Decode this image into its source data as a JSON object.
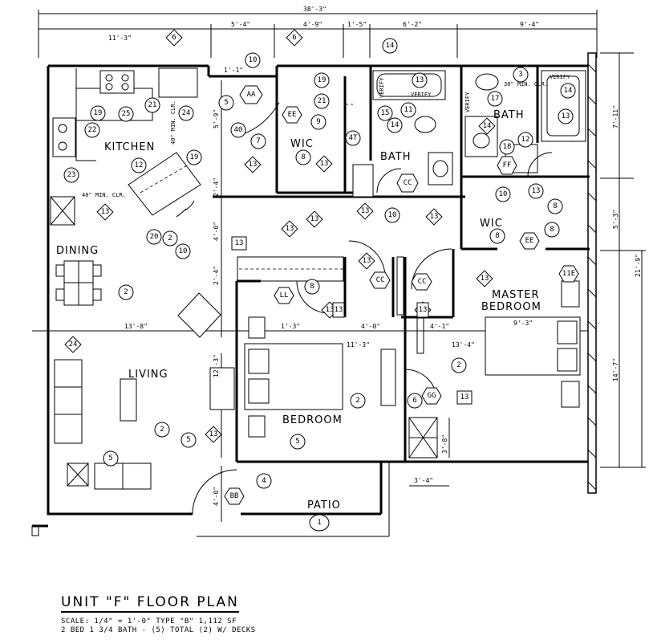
{
  "title": "UNIT \"F\" FLOOR PLAN",
  "scale_line": "SCALE: 1/4\" = 1'-0\"   TYPE \"B\"   1,112 SF",
  "summary_line": "2 BED 1 3/4 BATH - (5) TOTAL (2) W/ DECKS",
  "rooms": {
    "kitchen": "KITCHEN",
    "dining": "DINING",
    "living": "LIVING",
    "wic_1": "WIC",
    "bath_1": "BATH",
    "bath_2": "BATH",
    "wic_2": "WIC",
    "master_1": "MASTER",
    "master_2": "BEDROOM",
    "bedroom": "BEDROOM",
    "patio": "PATIO"
  },
  "dimensions": {
    "overall": "38'-3\"",
    "d_11_3": "11'-3\"",
    "d_5_4": "5'-4\"",
    "d_4_9": "4'-9\"",
    "d_1_5": "1'-5\"",
    "d_6_2": "6'-2\"",
    "d_9_4": "9'-4\"",
    "d_1_1": "1'-1\"",
    "d_5_9": "5'-9\"",
    "d_2_4a": "2'-4\"",
    "d_4_0a": "4'-0\"",
    "d_2_4b": "2'-4\"",
    "d_13_8": "13'-8\"",
    "d_1_3": "1'-3\"",
    "d_4_0b": "4'-0\"",
    "d_4_1": "4'-1\"",
    "d_9_3": "9'-3\"",
    "d_11_3b": "11'-3\"",
    "d_13_4": "13'-4\"",
    "d_12_3": "12'-3\"",
    "d_3_8": "3'-8\"",
    "d_3_4": "3'-4\"",
    "d_4_0c": "4'-0\"",
    "d_7_11": "7'-11\"",
    "d_5_3": "5'-3\"",
    "d_21_9": "21'-9\"",
    "d_14_7": "14'-7\""
  },
  "notes": {
    "clr_kitchen_v": "40\" MIN. CLR.",
    "clr_kitchen_h": "40\" MIN. CLR.",
    "clr_bath": "30\" MIN. CLR.",
    "verify_1": "VERIFY",
    "verify_2": "VERIFY",
    "verify_3": "VERIFY",
    "verify_4": "VERIFY"
  },
  "tags": {
    "t6a": "6",
    "t6b": "6",
    "t10a": "10",
    "t14a": "14",
    "t3": "3",
    "t19a": "19",
    "t21a": "21",
    "t24a": "24",
    "t25": "25",
    "t22": "22",
    "t12a": "12",
    "t23": "23",
    "t19b": "19",
    "t13a": "13",
    "t20": "20",
    "t2a": "2",
    "t10b": "10",
    "tAA": "AA",
    "t5a": "5",
    "t40": "40",
    "tEE1": "EE",
    "t19c": "19",
    "t21b": "21",
    "t9": "9",
    "t7": "7",
    "t8a": "8",
    "t13b": "13",
    "t13c": "13",
    "t15": "15",
    "t14b": "14",
    "t11a": "11",
    "t4T": "4T",
    "tCC1": "CC",
    "t10c": "10",
    "t13d": "13",
    "t17": "17",
    "t14c": "14",
    "t14d": "14",
    "t13e": "13",
    "t18": "18",
    "t12b": "12",
    "tFF": "FF",
    "t10d": "10",
    "t13f": "13",
    "t13g": "13",
    "t13h": "13",
    "t8b": "8",
    "tEE2": "EE",
    "t8c": "8",
    "t13i": "13",
    "t11E": "11E",
    "t13j": "13",
    "t13k": "13",
    "t8d": "8",
    "tCC2": "CC",
    "tCC3": "CC",
    "tLL": "LL",
    "t13l": "13",
    "t13m": "13",
    "t2b": "2",
    "t24b": "24",
    "t2c": "2",
    "t5b": "5",
    "t13n": "13",
    "t5c": "5",
    "t2d": "2",
    "t2e": "2",
    "t6c": "6",
    "tGG": "GG",
    "t13o": "13",
    "t5d": "5",
    "t4": "4",
    "tBB": "BB",
    "t1": "1"
  }
}
